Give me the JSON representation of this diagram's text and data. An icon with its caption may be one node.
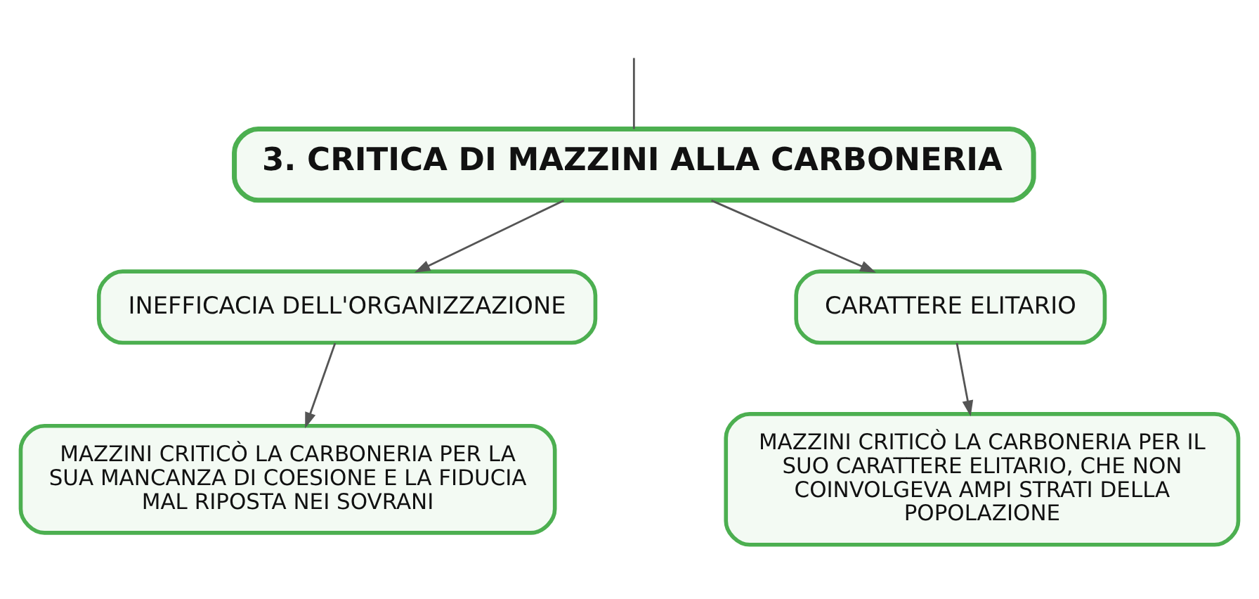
{
  "diagram": {
    "nodes": [
      {
        "text": [
          "3. CRITICA DI MAZZINI ALLA CARBONERIA"
        ]
      },
      {
        "text": [
          "INEFFICACIA DELL'ORGANIZZAZIONE"
        ]
      },
      {
        "text": [
          "CARATTERE ELITARIO"
        ]
      },
      {
        "text": [
          "MAZZINI CRITICÒ LA CARBONERIA PER LA SUA MANCANZA DI COESIONE E LA FIDUCIA MAL RIPOSTA NEI SOVRANI"
        ]
      },
      {
        "text": [
          "MAZZINI CRITICÒ LA CARBONERIA PER IL SUO CARATTERE ELITARIO, CHE NON COINVOLGEVA AMPI STRATI DELLA POPOLAZIONE"
        ]
      }
    ],
    "edges": [
      {
        "from": null,
        "to": 0,
        "arrow": "none"
      },
      {
        "from": 0,
        "to": 1,
        "arrow": "to"
      },
      {
        "from": 0,
        "to": 2,
        "arrow": "to"
      },
      {
        "from": 1,
        "to": 3,
        "arrow": "to"
      },
      {
        "from": 2,
        "to": 4,
        "arrow": "to"
      }
    ]
  }
}
